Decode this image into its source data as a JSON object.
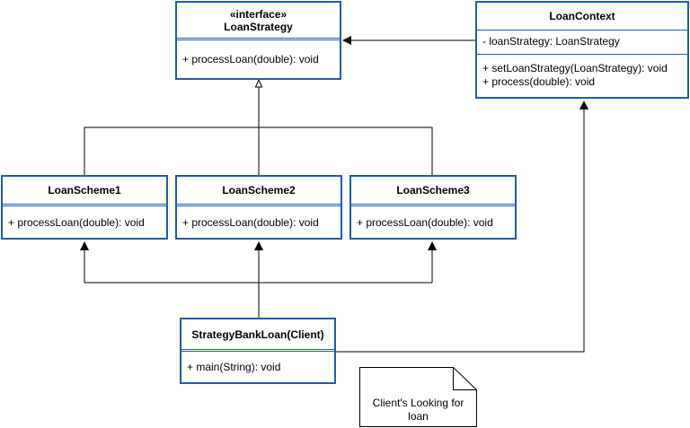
{
  "classes": {
    "loan_strategy": {
      "stereotype": "«interface»",
      "name": "LoanStrategy",
      "operations": [
        "+ processLoan(double): void"
      ]
    },
    "loan_context": {
      "name": "LoanContext",
      "attributes": [
        "- loanStrategy: LoanStrategy"
      ],
      "operations": [
        "+ setLoanStrategy(LoanStrategy): void",
        "+ process(double): void"
      ]
    },
    "loan_scheme_1": {
      "name": "LoanScheme1",
      "operations": [
        "+ processLoan(double): void"
      ]
    },
    "loan_scheme_2": {
      "name": "LoanScheme2",
      "operations": [
        "+ processLoan(double): void"
      ]
    },
    "loan_scheme_3": {
      "name": "LoanScheme3",
      "operations": [
        "+ processLoan(double): void"
      ]
    },
    "client": {
      "name": "StrategyBankLoan(Client)",
      "operations": [
        "+ main(String): void"
      ]
    }
  },
  "note": {
    "line1": "Client's Looking for",
    "line2": "loan"
  },
  "colors": {
    "class_border": "#1f5cab",
    "connector": "#000000"
  }
}
